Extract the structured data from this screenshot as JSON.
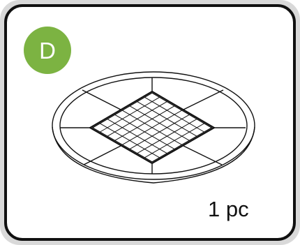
{
  "badge": {
    "letter": "D",
    "color": "#7cb342"
  },
  "quantity_label": "1 pc",
  "part_illustration": {
    "icon": "round-grid-mat-icon",
    "stroke_color": "#111111",
    "grid_cells": 8
  }
}
